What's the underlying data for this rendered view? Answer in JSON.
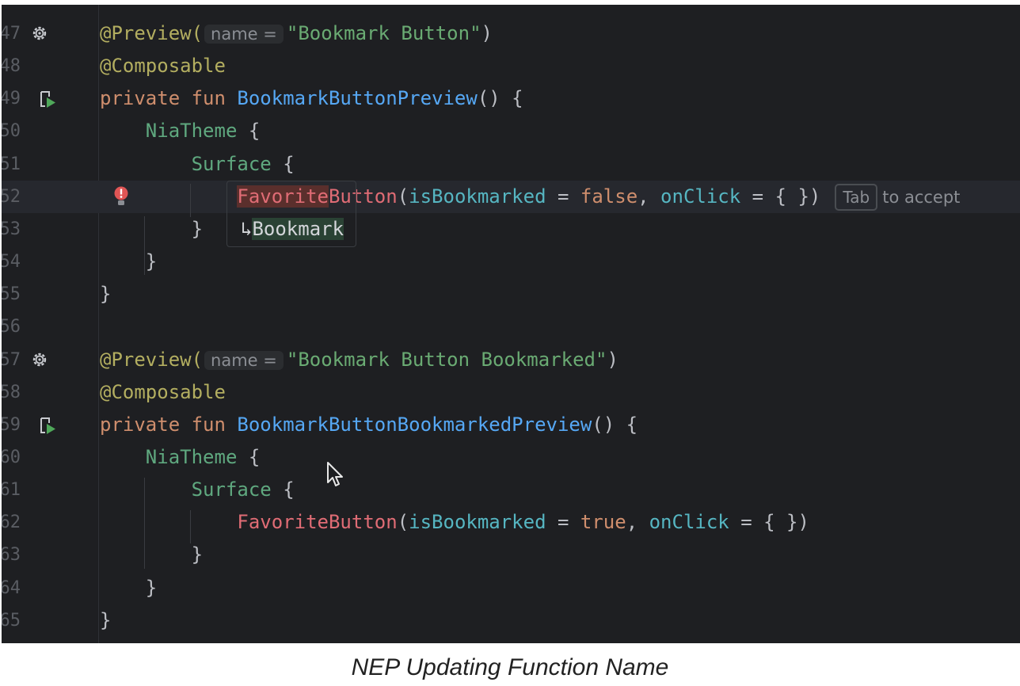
{
  "editor": {
    "lines": [
      {
        "number": "47",
        "gutter_icon": "gear",
        "tokens": [
          [
            "ann",
            "@Preview("
          ],
          [
            "hint",
            "name ="
          ],
          [
            "str",
            "\"Bookmark Button\""
          ],
          [
            "pl",
            ")"
          ]
        ]
      },
      {
        "number": "48",
        "tokens": [
          [
            "ann",
            "@Composable"
          ]
        ]
      },
      {
        "number": "49",
        "gutter_icon": "run-preview",
        "tokens": [
          [
            "kw",
            "private fun "
          ],
          [
            "fn",
            "BookmarkButtonPreview"
          ],
          [
            "pl",
            "() {"
          ]
        ]
      },
      {
        "number": "50",
        "tokens": [
          [
            "pl",
            "    "
          ],
          [
            "comp",
            "NiaTheme"
          ],
          [
            "pl",
            " {"
          ]
        ]
      },
      {
        "number": "51",
        "tokens": [
          [
            "pl",
            "        "
          ],
          [
            "comp",
            "Surface"
          ],
          [
            "pl",
            " {"
          ]
        ]
      },
      {
        "number": "52",
        "current": true,
        "gutter_icon": "bulb-error",
        "tokens": [
          [
            "pl",
            "            "
          ],
          [
            "err-del",
            "Favorite"
          ],
          [
            "err",
            "Button"
          ],
          [
            "pl",
            "("
          ],
          [
            "param",
            "isBookmarked"
          ],
          [
            "pl",
            " = "
          ],
          [
            "kw",
            "false"
          ],
          [
            "pl",
            ", "
          ],
          [
            "param",
            "onClick"
          ],
          [
            "pl",
            " = { })"
          ],
          [
            "tab",
            "Tab"
          ],
          [
            "accept",
            "to accept"
          ]
        ]
      },
      {
        "number": "53",
        "tokens": [
          [
            "pl",
            "        }"
          ]
        ]
      },
      {
        "number": "54",
        "tokens": [
          [
            "pl",
            "    }"
          ]
        ]
      },
      {
        "number": "55",
        "tokens": [
          [
            "pl",
            "}"
          ]
        ]
      },
      {
        "number": "56",
        "tokens": []
      },
      {
        "number": "57",
        "gutter_icon": "gear",
        "tokens": [
          [
            "ann",
            "@Preview("
          ],
          [
            "hint",
            "name ="
          ],
          [
            "str",
            "\"Bookmark Button Bookmarked\""
          ],
          [
            "pl",
            ")"
          ]
        ]
      },
      {
        "number": "58",
        "tokens": [
          [
            "ann",
            "@Composable"
          ]
        ]
      },
      {
        "number": "59",
        "gutter_icon": "run-preview",
        "tokens": [
          [
            "kw",
            "private fun "
          ],
          [
            "fn",
            "BookmarkButtonBookmarkedPreview"
          ],
          [
            "pl",
            "() {"
          ]
        ]
      },
      {
        "number": "60",
        "tokens": [
          [
            "pl",
            "    "
          ],
          [
            "comp",
            "NiaTheme"
          ],
          [
            "pl",
            " {"
          ]
        ]
      },
      {
        "number": "61",
        "tokens": [
          [
            "pl",
            "        "
          ],
          [
            "comp",
            "Surface"
          ],
          [
            "pl",
            " {"
          ]
        ]
      },
      {
        "number": "62",
        "tokens": [
          [
            "pl",
            "            "
          ],
          [
            "err",
            "FavoriteButton"
          ],
          [
            "pl",
            "("
          ],
          [
            "param",
            "isBookmarked"
          ],
          [
            "pl",
            " = "
          ],
          [
            "kw",
            "true"
          ],
          [
            "pl",
            ", "
          ],
          [
            "param",
            "onClick"
          ],
          [
            "pl",
            " = { })"
          ]
        ]
      },
      {
        "number": "63",
        "tokens": [
          [
            "pl",
            "        }"
          ]
        ]
      },
      {
        "number": "64",
        "tokens": [
          [
            "pl",
            "    }"
          ]
        ]
      },
      {
        "number": "65",
        "tokens": [
          [
            "pl",
            "}"
          ]
        ]
      }
    ],
    "suggestion": {
      "arrow": "↳",
      "text": "Bookmark"
    }
  },
  "caption": "NEP Updating Function Name"
}
